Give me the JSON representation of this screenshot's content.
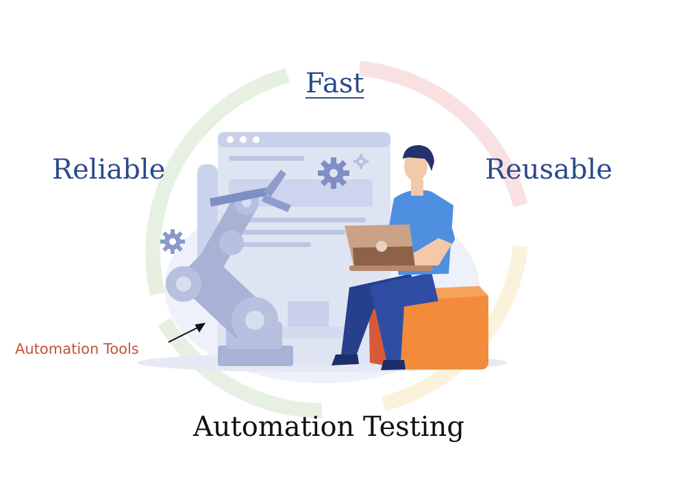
{
  "labels": {
    "top": "Fast",
    "left": "Reliable",
    "right": "Reusable",
    "tool_callout": "Automation Tools",
    "title": "Automation Testing"
  },
  "colors": {
    "label_blue": "#2c4a8a",
    "callout_red": "#c0513a",
    "title_black": "#111111",
    "robot_arm": "#a7b2d4",
    "monitor": "#dfe4f3",
    "shirt": "#4f8fe0",
    "pants": "#27408b",
    "laptop": "#b7896b",
    "ottoman": "#f28c3a",
    "ring_green": "#e3efe0",
    "ring_red": "#f9dede",
    "ring_yellow": "#fbf1d8"
  },
  "icons": [
    "gear-icon",
    "robot-arm",
    "monitor",
    "laptop",
    "person",
    "ottoman",
    "arrow"
  ]
}
